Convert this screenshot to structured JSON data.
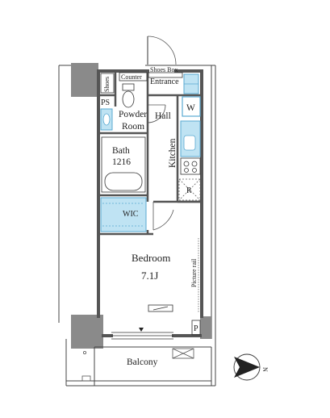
{
  "rooms": {
    "shoes_box": "Shoes Box",
    "counter": "Counter",
    "entrance": "Entrance",
    "shoes_side": "Shoes",
    "ps": "PS",
    "powder_room_line1": "Powder",
    "powder_room_line2": "Room",
    "hall": "Hall",
    "washer": "W",
    "kitchen": "Kitchen",
    "bath_line1": "Bath",
    "bath_line2": "1216",
    "refrigerator": "R",
    "wic": "WIC",
    "bedroom": "Bedroom",
    "bedroom_size": "7.1J",
    "picture_rail": "Picture rail",
    "pipe_space": "P",
    "balcony": "Balcony"
  },
  "compass": {
    "north_label": "N"
  },
  "colors": {
    "wall": "#555555",
    "column": "#8a8a8a",
    "fixture_fill": "#bfe3f3",
    "fixture_stroke": "#5aa9d1",
    "line": "#333333"
  }
}
